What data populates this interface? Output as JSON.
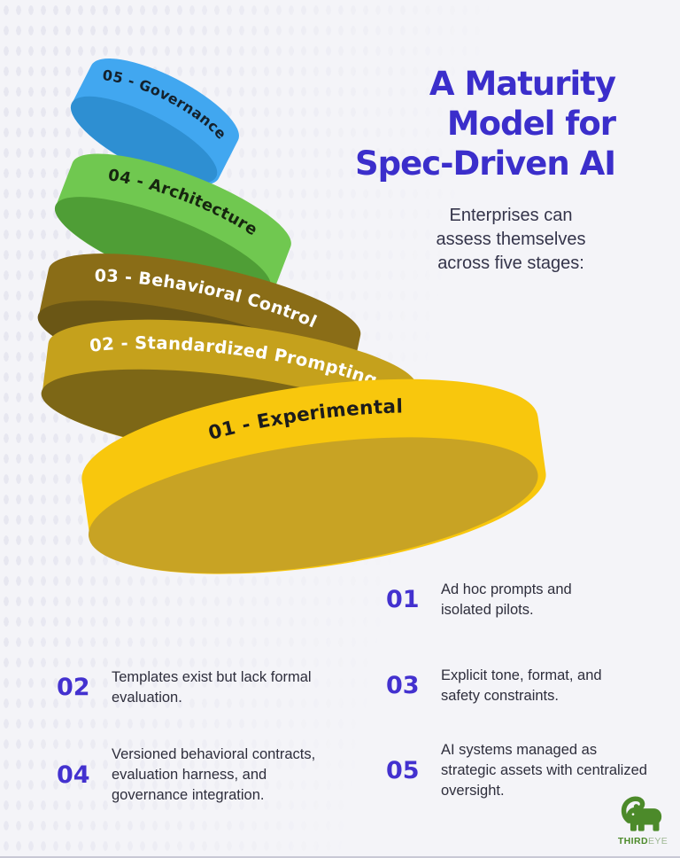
{
  "header": {
    "title": "A Maturity\nModel for\nSpec-Driven AI",
    "subtitle": "Enterprises can\nassess themselves\nacross five stages:"
  },
  "colors": {
    "background": "#f4f4f8",
    "title": "#3b2ecb",
    "stage_number": "#4331cf",
    "body_text": "#2e2e3c",
    "logo_green": "#4c8a2a",
    "logo_light_green": "#9db793"
  },
  "pyramid": {
    "levels": [
      {
        "label": "05 - Governance",
        "band_color": "#41a7f0",
        "bottom_color": "#2e8fd2",
        "text_color": "#14212c"
      },
      {
        "label": "04 - Architecture",
        "band_color": "#70c850",
        "bottom_color": "#4f9e36",
        "text_color": "#16260f"
      },
      {
        "label": "03 - Behavioral Control",
        "band_color": "#8a6d17",
        "bottom_color": "#6a5615",
        "text_color": "#ffffff"
      },
      {
        "label": "02 - Standardized Prompting",
        "band_color": "#c5a11c",
        "bottom_color": "#7d6716",
        "text_color": "#ffffff"
      },
      {
        "label": "01 - Experimental",
        "band_color": "#f8c70d",
        "bottom_color": "#c8a324",
        "text_color": "#1c1c1c"
      }
    ]
  },
  "stages": [
    {
      "number": "01",
      "description": "Ad hoc prompts and\nisolated pilots."
    },
    {
      "number": "02",
      "description": "Templates exist but lack formal\nevaluation."
    },
    {
      "number": "03",
      "description": "Explicit tone, format, and\nsafety constraints."
    },
    {
      "number": "04",
      "description": "Versioned behavioral contracts,\nevaluation harness, and\ngovernance integration."
    },
    {
      "number": "05",
      "description": "AI systems managed as\nstrategic assets with centralized\noversight."
    }
  ],
  "logo": {
    "brand_bold": "THIRD",
    "brand_light": "EYE",
    "icon": "elephant-icon"
  }
}
